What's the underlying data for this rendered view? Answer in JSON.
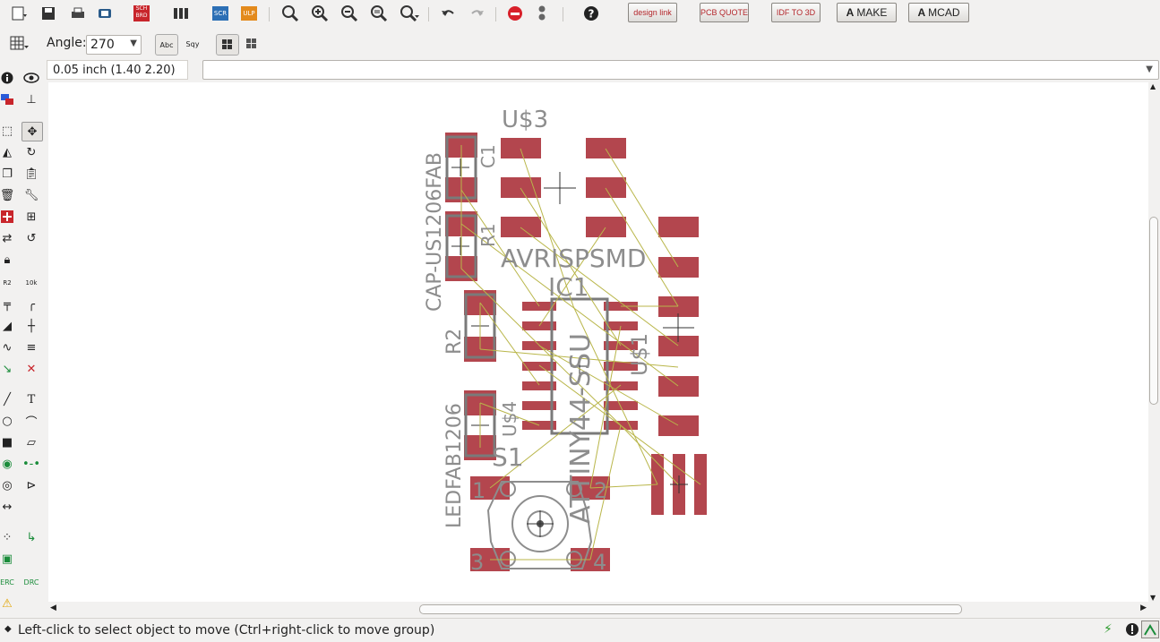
{
  "toolbar": {
    "designlink_label": "design link",
    "pcbquote_label": "PCB QUOTE",
    "idf_label": "IDF TO 3D",
    "make_label": "MAKE",
    "mcad_label": "MCAD",
    "sch_label": "SCH BRD",
    "scr_label": "SCR",
    "ulp_label": "ULP"
  },
  "params": {
    "angle_label": "Angle:",
    "angle_value": "270",
    "text_option": "Abc",
    "text_option2": "Sqy"
  },
  "coord": {
    "readout": "0.05 inch (1.40 2.20)",
    "command_value": ""
  },
  "board": {
    "labels": {
      "u3": "U$3",
      "c1": "C1",
      "r1": "R1",
      "r2": "R2",
      "cap": "CAP-US1206FAB",
      "avrisp": "AVRISPSMD",
      "ic1": "IC1",
      "attiny": "ATTINY44-SSU",
      "u1": "U$1",
      "u4": "U$4",
      "led": "LEDFAB1206",
      "s1": "S1",
      "pin1": "1",
      "pin2": "2",
      "pin3": "3",
      "pin4": "4"
    },
    "colors": {
      "pad": "#b3464e",
      "silk": "#8d8d8d",
      "airwire": "#b9b64a",
      "outline": "#7a7a7a"
    }
  },
  "status": {
    "hint": "Left-click to select object to move (Ctrl+right-click to move group)"
  }
}
